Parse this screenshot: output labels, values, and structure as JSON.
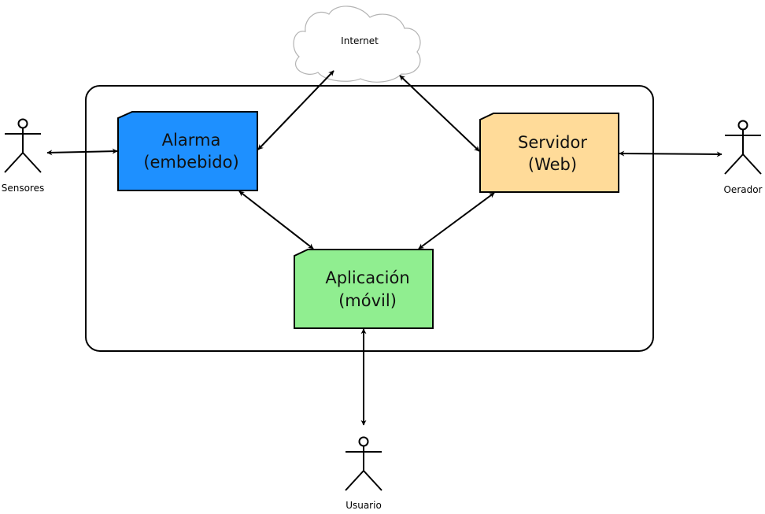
{
  "cloud": {
    "label": "Internet"
  },
  "components": {
    "alarma": {
      "line1": "Alarma",
      "line2": "(embebido)",
      "color": "#1e90ff"
    },
    "servidor": {
      "line1": "Servidor",
      "line2": "(Web)",
      "color": "#ffdb99"
    },
    "aplicacion": {
      "line1": "Aplicación",
      "line2": "(móvil)",
      "color": "#90ee90"
    }
  },
  "actors": {
    "sensores": "Sensores",
    "operador": "Oerador",
    "usuario": "Usuario"
  }
}
